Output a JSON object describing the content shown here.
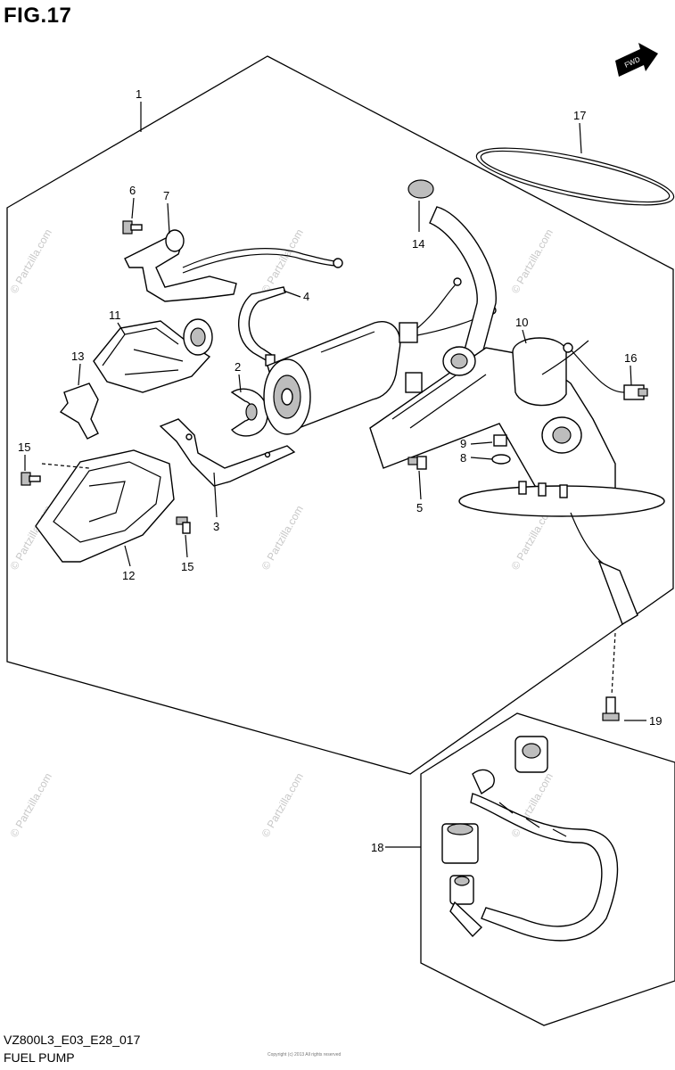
{
  "figure": {
    "title": "FIG.17",
    "model_code": "VZ800L3_E03_E28_017",
    "name": "FUEL PUMP",
    "fwd_label": "FWD",
    "copyright": "Copyright (c) 2013 All rights reserved"
  },
  "watermark": "© Partzilla.com",
  "callouts": {
    "c1": "1",
    "c2": "2",
    "c3": "3",
    "c4": "4",
    "c5": "5",
    "c6": "6",
    "c7": "7",
    "c8": "8",
    "c9": "9",
    "c10": "10",
    "c11": "11",
    "c12": "12",
    "c13": "13",
    "c14": "14",
    "c15a": "15",
    "c15b": "15",
    "c16": "16",
    "c17": "17",
    "c18": "18",
    "c19": "19"
  }
}
